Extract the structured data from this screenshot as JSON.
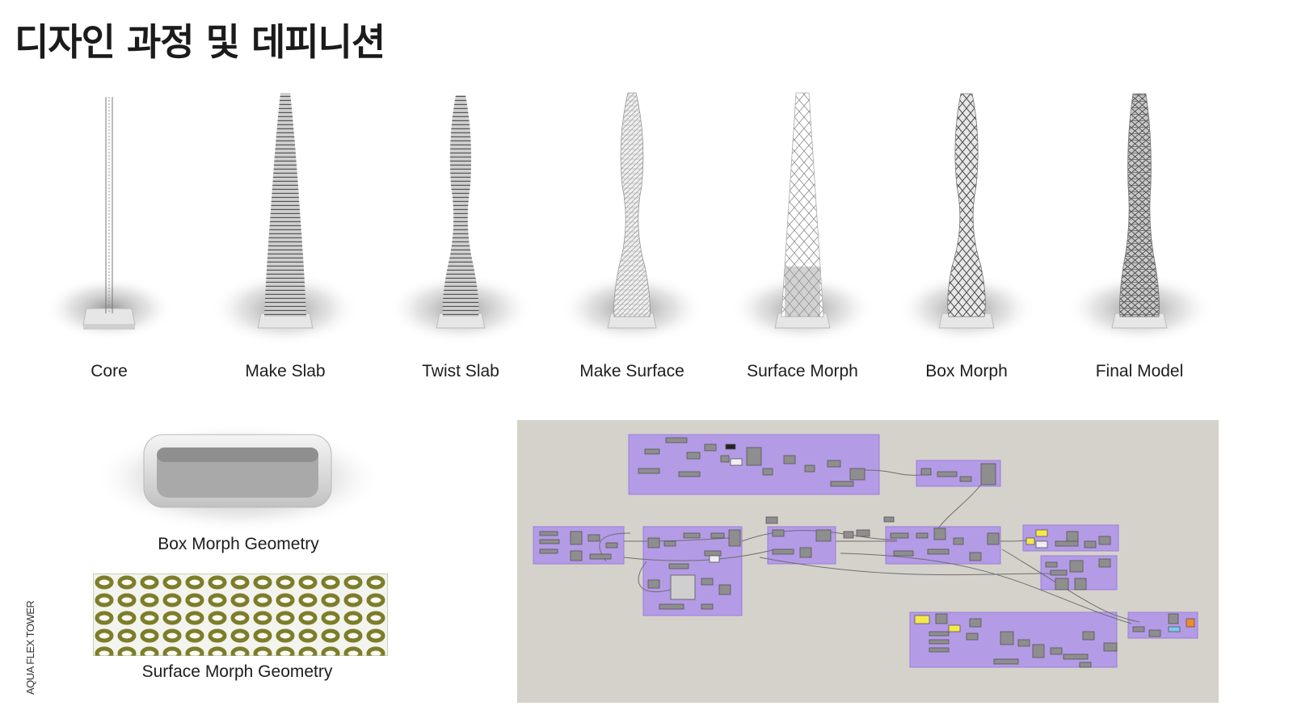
{
  "page": {
    "title": "디자인 과정 및 데피니션",
    "side_caption": "AQUA FLEX TOWER"
  },
  "stages": [
    {
      "label": "Core",
      "icon": "core-tower-render"
    },
    {
      "label": "Make Slab",
      "icon": "slab-tower-render"
    },
    {
      "label": "Twist Slab",
      "icon": "twisted-slab-tower-render"
    },
    {
      "label": "Make Surface",
      "icon": "surface-tower-render"
    },
    {
      "label": "Surface Morph",
      "icon": "lattice-tower-render"
    },
    {
      "label": "Box Morph",
      "icon": "box-morph-tower-render"
    },
    {
      "label": "Final Model",
      "icon": "final-tower-render"
    }
  ],
  "geometry": {
    "box_label": "Box Morph Geometry",
    "surface_label": "Surface Morph Geometry",
    "surface_color": "#8a8a2e"
  },
  "definition": {
    "background_color": "#d5d2cc",
    "group_color": "#b49be6",
    "icon": "grasshopper-definition-graph"
  }
}
